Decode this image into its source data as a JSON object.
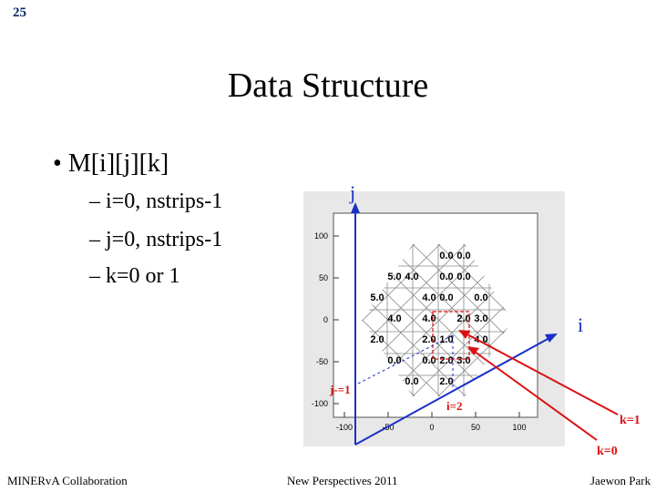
{
  "slide_number": "25",
  "title": "Data Structure",
  "bullet": {
    "symbol": "•",
    "text": "M[i][j][k]"
  },
  "sub_bullets": [
    "– i=0, nstrips-1",
    "– j=0, nstrips-1",
    "– k=0 or 1"
  ],
  "plot": {
    "y_ticks": [
      "100",
      "50",
      "0",
      "-50",
      "-100"
    ],
    "x_ticks": [
      "-100",
      "-50",
      "0",
      "50",
      "100"
    ],
    "cells": [
      {
        "text": "0.0",
        "col": 5,
        "row": 0
      },
      {
        "text": "0.0",
        "col": 6,
        "row": 0
      },
      {
        "text": "5.0",
        "col": 2,
        "row": 1
      },
      {
        "text": "4.0",
        "col": 3,
        "row": 1
      },
      {
        "text": "0.0",
        "col": 5,
        "row": 1
      },
      {
        "text": "0.0",
        "col": 6,
        "row": 1
      },
      {
        "text": "5.0",
        "col": 1,
        "row": 2
      },
      {
        "text": "4.0",
        "col": 4,
        "row": 2
      },
      {
        "text": "0.0",
        "col": 5,
        "row": 2
      },
      {
        "text": "0.0",
        "col": 7,
        "row": 2
      },
      {
        "text": "4.0",
        "col": 2,
        "row": 3
      },
      {
        "text": "4.0",
        "col": 4,
        "row": 3
      },
      {
        "text": "2.0",
        "col": 6,
        "row": 3
      },
      {
        "text": "3.0",
        "col": 7,
        "row": 3
      },
      {
        "text": "2.0",
        "col": 1,
        "row": 4
      },
      {
        "text": "2.0",
        "col": 4,
        "row": 4
      },
      {
        "text": "1.0",
        "col": 5,
        "row": 4
      },
      {
        "text": "4.0",
        "col": 7,
        "row": 4
      },
      {
        "text": "0.0",
        "col": 2,
        "row": 5
      },
      {
        "text": "0.0",
        "col": 4,
        "row": 5
      },
      {
        "text": "2.0",
        "col": 5,
        "row": 5
      },
      {
        "text": "3.0",
        "col": 6,
        "row": 5
      },
      {
        "text": "0.0",
        "col": 3,
        "row": 6
      },
      {
        "text": "2.0",
        "col": 5,
        "row": 6
      }
    ]
  },
  "annotations": {
    "j_axis": "j",
    "i_axis": "i",
    "j_minus": "j-=1",
    "i_eq": "i=2",
    "k1": "k=1",
    "k0": "k=0"
  },
  "colors": {
    "blue_axis": "#1a2fc8",
    "red_arrow": "#dd1111",
    "plot_bg": "#e8e8e8"
  },
  "footer": {
    "left": "MINERvA Collaboration",
    "center": "New Perspectives 2011",
    "right": "Jaewon Park"
  }
}
